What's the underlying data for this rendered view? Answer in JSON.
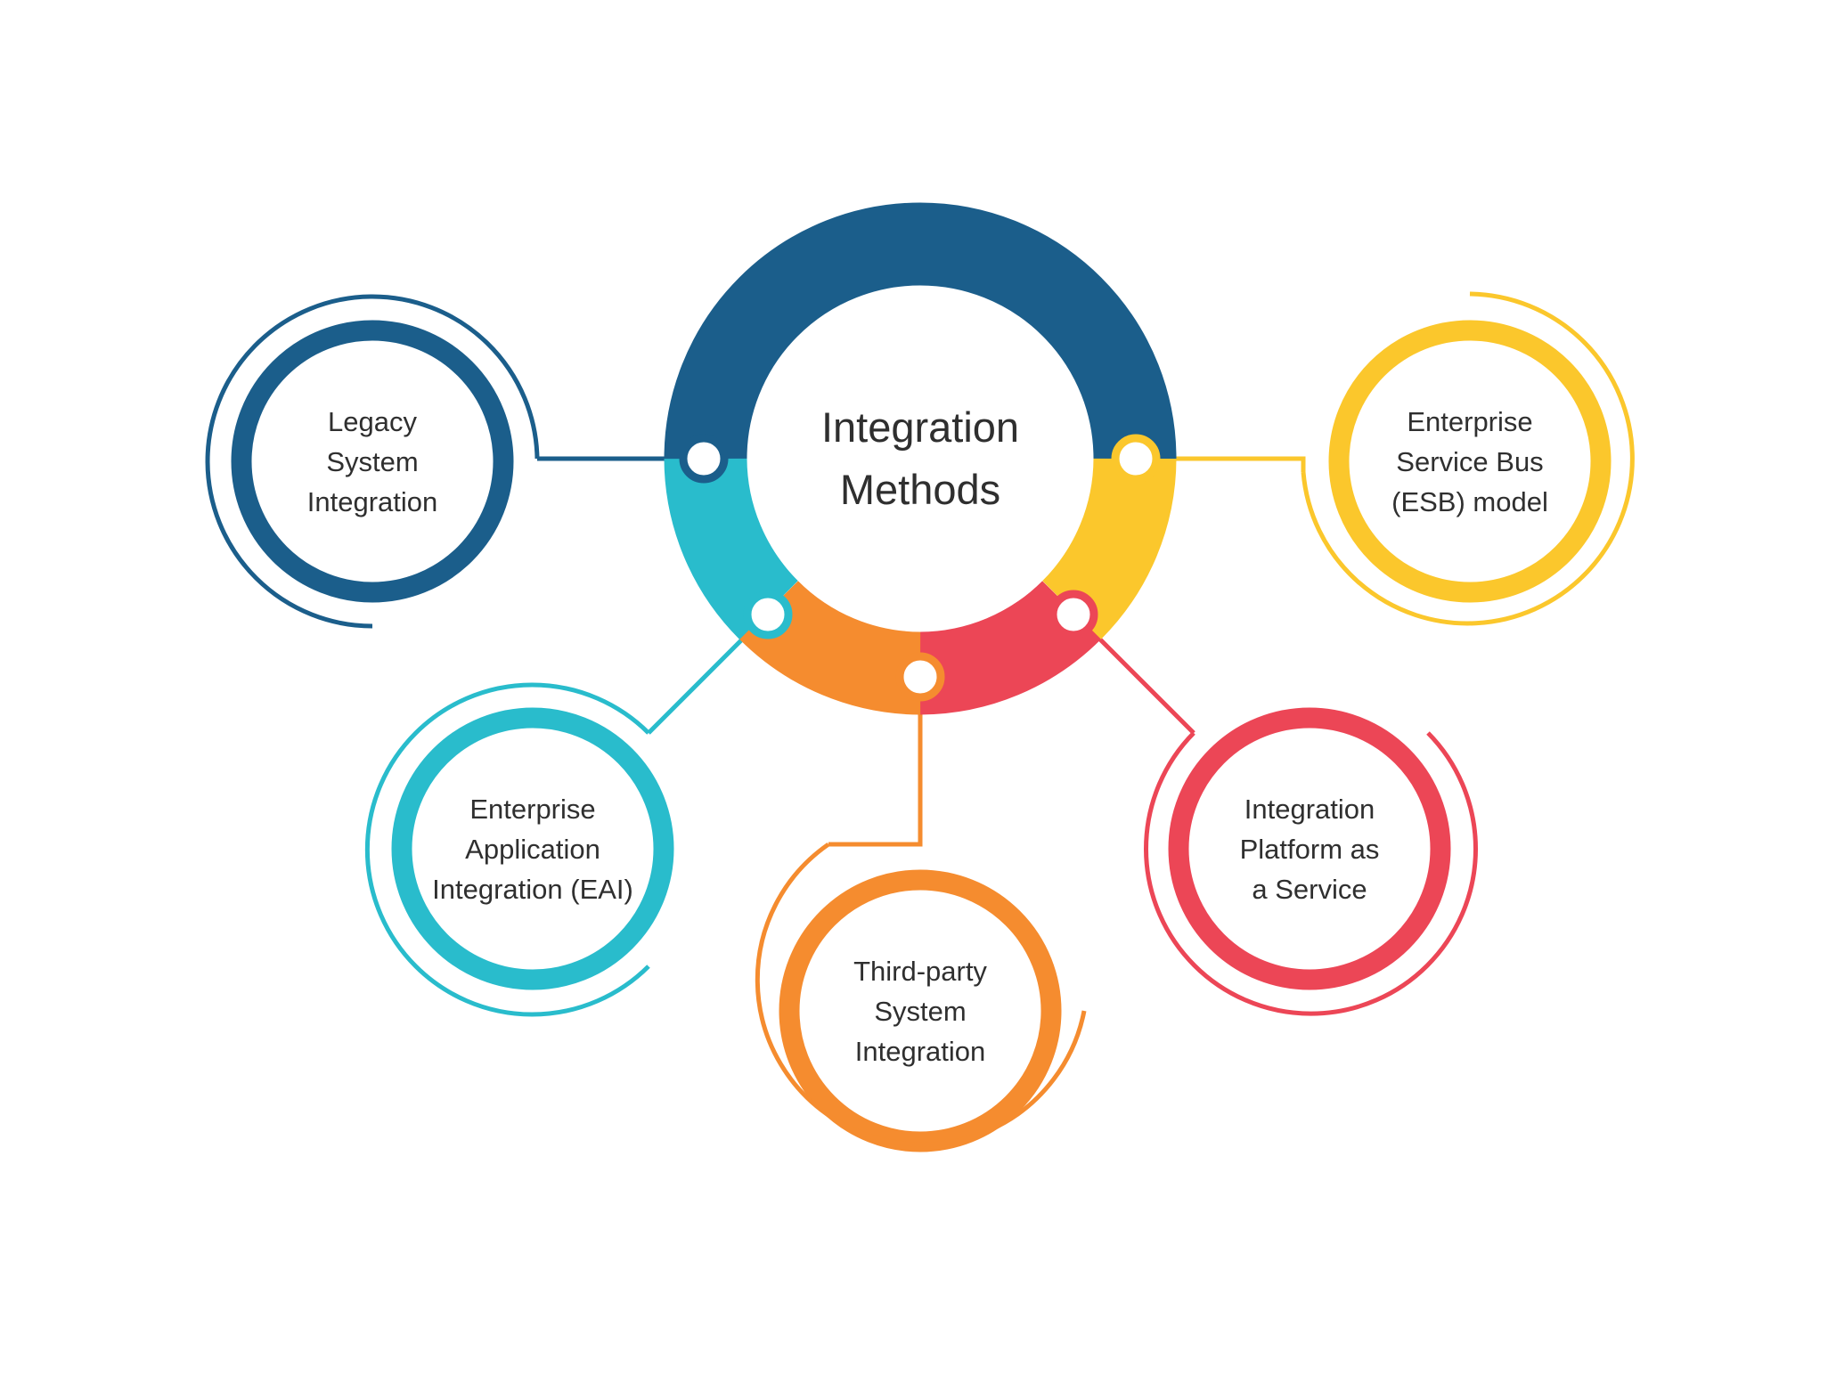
{
  "center": {
    "title": "Integration\nMethods"
  },
  "nodes": [
    {
      "id": "legacy",
      "label": "Legacy\nSystem\nIntegration",
      "color": "#1b5e8b"
    },
    {
      "id": "eai",
      "label": "Enterprise\nApplication\nIntegration (EAI)",
      "color": "#29bccc"
    },
    {
      "id": "third-party",
      "label": "Third-party\nSystem\nIntegration",
      "color": "#f58c2f"
    },
    {
      "id": "ipaas",
      "label": "Integration\nPlatform as\na Service",
      "color": "#ec4656"
    },
    {
      "id": "esb",
      "label": "Enterprise\nService Bus\n(ESB) model",
      "color": "#fbc72c"
    }
  ]
}
